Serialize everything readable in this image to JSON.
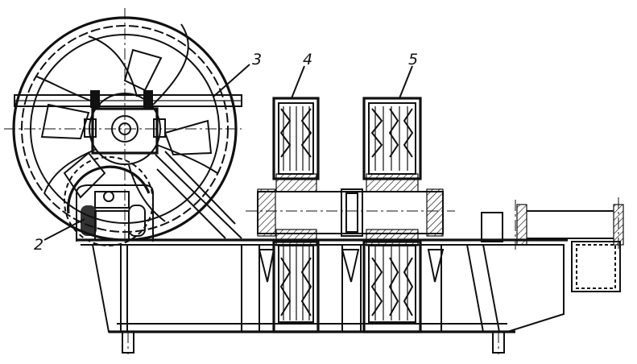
{
  "callouts": [
    {
      "id": "2",
      "label": "2"
    },
    {
      "id": "3",
      "label": "3"
    },
    {
      "id": "4",
      "label": "4"
    },
    {
      "id": "5",
      "label": "5"
    }
  ]
}
